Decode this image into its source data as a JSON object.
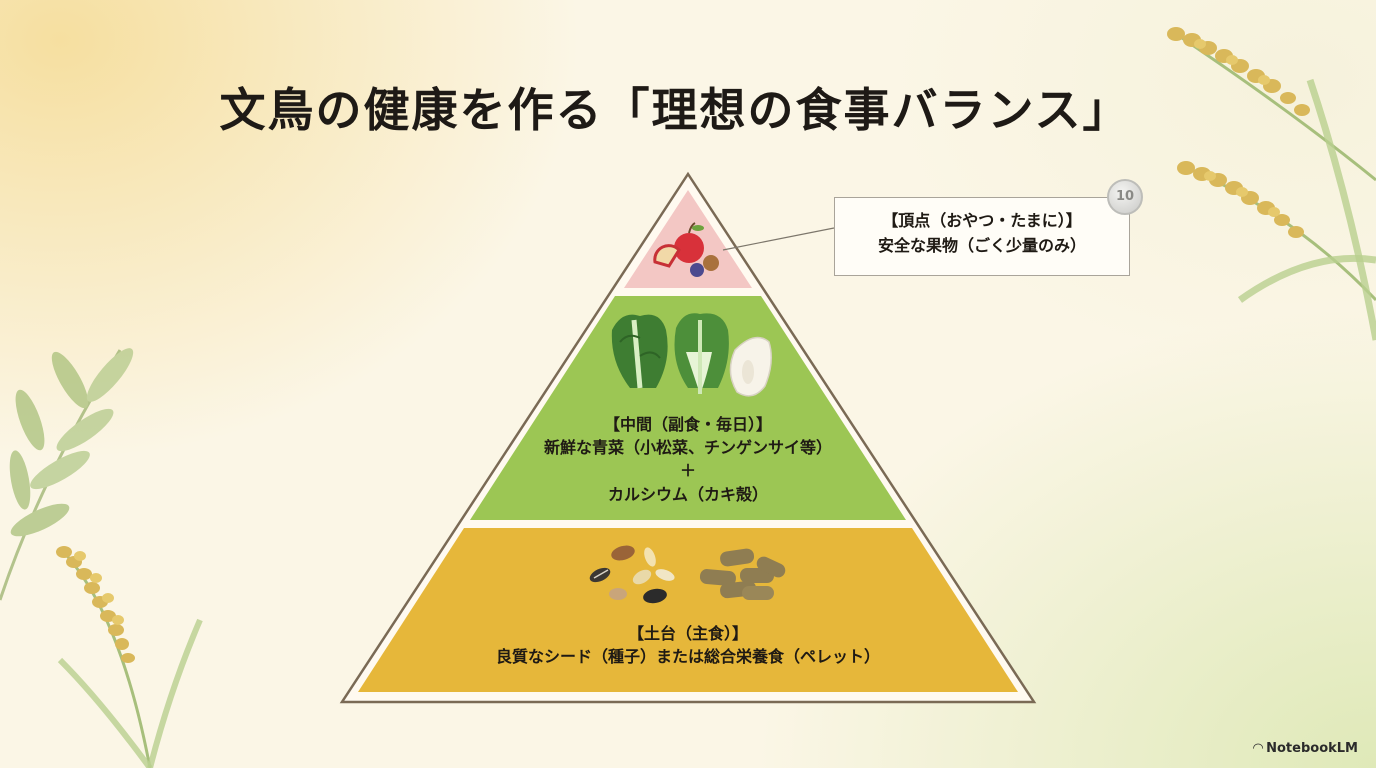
{
  "title": "文鳥の健康を作る「理想の食事バランス」",
  "pyramid": {
    "top": {
      "heading": "【頂点（おやつ・たまに）】",
      "text": "安全な果物（ごく少量のみ）",
      "color": "#f3c7c4"
    },
    "middle": {
      "heading": "【中間（副食・毎日）】",
      "line1": "新鮮な青菜（小松菜、チンゲンサイ等）",
      "plus": "＋",
      "line2": "カルシウム（カキ殻）",
      "color": "#9cc654"
    },
    "base": {
      "heading": "【土台（主食）】",
      "text": "良質なシード（種子）または総合栄養食（ペレット）",
      "color": "#e6b73a"
    }
  },
  "coin_label": "10",
  "brand": {
    "icon": "notebooklm-icon",
    "label": "NotebookLM"
  }
}
